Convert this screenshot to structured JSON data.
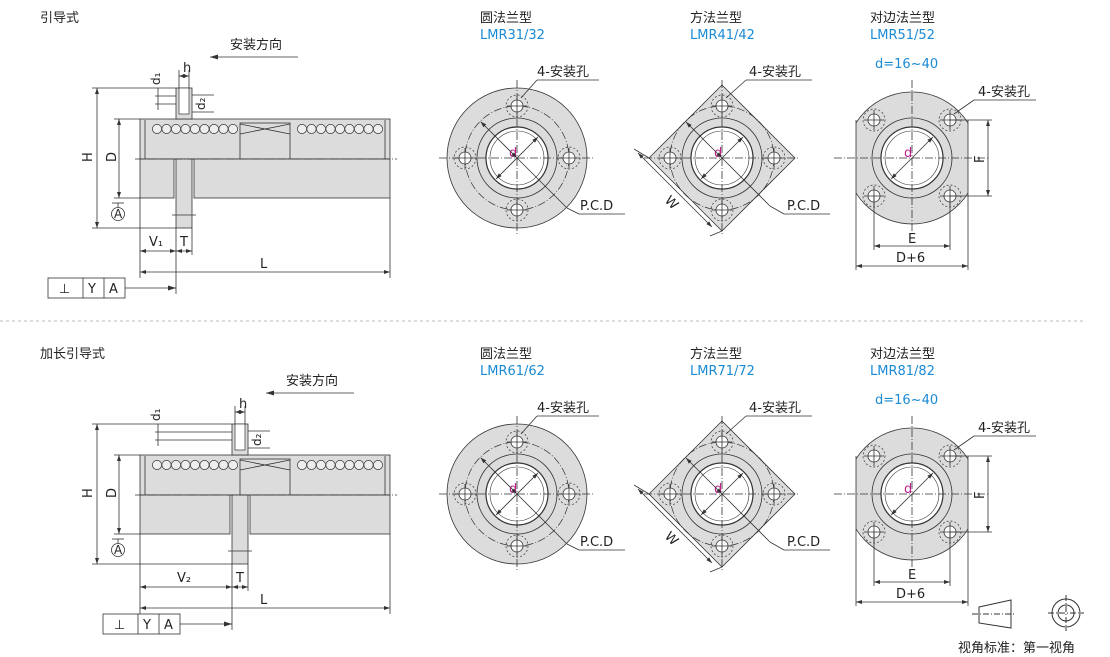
{
  "sections": [
    {
      "title": "引导式",
      "install_direction": "安装方向",
      "side_labels": {
        "H": "H",
        "D": "D",
        "d1": "d₁",
        "d2": "d₂",
        "h": "h",
        "V": "V₁",
        "T": "T",
        "L": "L",
        "datum": "A"
      },
      "tolerance": [
        "⊥",
        "Y",
        "A"
      ],
      "flanges": [
        {
          "name": "圆法兰型",
          "model": "LMR31/32",
          "hole_label": "4-安装孔",
          "pcd": "P.C.D",
          "d": "d"
        },
        {
          "name": "方法兰型",
          "model": "LMR41/42",
          "hole_label": "4-安装孔",
          "pcd": "P.C.D",
          "d": "d",
          "w": "W"
        },
        {
          "name": "对边法兰型",
          "model": "LMR51/52",
          "range": "d=16~40",
          "hole_label": "4-安装孔",
          "d": "d",
          "e": "E",
          "f": "F",
          "d6": "D+6"
        }
      ]
    },
    {
      "title": "加长引导式",
      "install_direction": "安装方向",
      "side_labels": {
        "H": "H",
        "D": "D",
        "d1": "d₁",
        "d2": "d₂",
        "h": "h",
        "V": "V₂",
        "T": "T",
        "L": "L",
        "datum": "A"
      },
      "tolerance": [
        "⊥",
        "Y",
        "A"
      ],
      "flanges": [
        {
          "name": "圆法兰型",
          "model": "LMR61/62",
          "hole_label": "4-安装孔",
          "pcd": "P.C.D",
          "d": "d"
        },
        {
          "name": "方法兰型",
          "model": "LMR71/72",
          "hole_label": "4-安装孔",
          "pcd": "P.C.D",
          "d": "d",
          "w": "W"
        },
        {
          "name": "对边法兰型",
          "model": "LMR81/82",
          "range": "d=16~40",
          "hole_label": "4-安装孔",
          "d": "d",
          "e": "E",
          "f": "F",
          "d6": "D+6"
        }
      ]
    }
  ],
  "view_standard": "视角标准：第一视角",
  "colors": {
    "body": "#dcdcdc",
    "line": "#333333",
    "accent": "#1a8ad4",
    "bore_label": "#c0208a"
  }
}
